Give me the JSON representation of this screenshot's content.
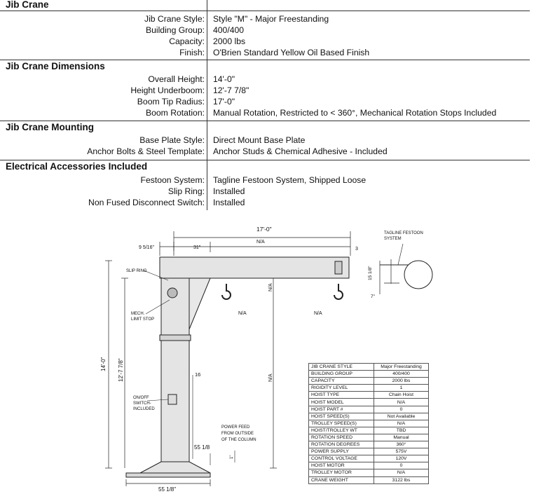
{
  "sections": [
    {
      "title": "Jib Crane",
      "rows": [
        {
          "label": "Jib Crane Style:",
          "value": "Style \"M\" - Major Freestanding"
        },
        {
          "label": "Building Group:",
          "value": "400/400"
        },
        {
          "label": "Capacity:",
          "value": "2000 lbs"
        },
        {
          "label": "Finish:",
          "value": "O'Brien Standard Yellow Oil Based Finish"
        }
      ]
    },
    {
      "title": "Jib Crane Dimensions",
      "rows": [
        {
          "label": "Overall Height:",
          "value": "14'-0\""
        },
        {
          "label": "Height Underboom:",
          "value": "12'-7 7/8\""
        },
        {
          "label": "Boom Tip Radius:",
          "value": "17'-0\""
        },
        {
          "label": "Boom Rotation:",
          "value": "Manual Rotation, Restricted to < 360°, Mechanical Rotation Stops Included"
        }
      ]
    },
    {
      "title": "Jib Crane Mounting",
      "rows": [
        {
          "label": "Base Plate Style:",
          "value": "Direct Mount Base Plate"
        },
        {
          "label": "Anchor Bolts & Steel Template:",
          "value": "Anchor Studs & Chemical Adhesive - Included"
        }
      ]
    },
    {
      "title": "Electrical Accessories Included",
      "rows": [
        {
          "label": "Festoon System:",
          "value": "Tagline Festoon System, Shipped Loose"
        },
        {
          "label": "Slip Ring:",
          "value": "Installed"
        },
        {
          "label": "Non Fused Disconnect Switch:",
          "value": "Installed"
        }
      ]
    }
  ],
  "drawing": {
    "top_dim": "17'-0\"",
    "boom_na": "N/A",
    "left_offset": "9 5/16\"",
    "dim_31": "31\"",
    "dim_3": "3",
    "festoon_label_1": "TAGLINE FESTOON",
    "festoon_label_2": "SYSTEM",
    "festoon_dim": "15 1/8\"",
    "festoon_dim2": "7\"",
    "slip_ring": "SLIP RING",
    "mech_stop_1": "MECH.",
    "mech_stop_2": "LIMIT STOP",
    "hook1_na": "N/A",
    "hook2_na": "N/A",
    "vertical_na": "N/A",
    "vertical_na2": "N/A",
    "overall_height": "14'-0\"",
    "underboom": "12'-7 7/8\"",
    "dim_16": "16",
    "switch_1": "ON/OFF",
    "switch_2": "SWITCH-",
    "switch_3": "INCLUDED",
    "power_1": "POWER FEED",
    "power_2": "FROM OUTSIDE",
    "power_3": "OF THE COLUMN",
    "base_dim_right": "55 1/8",
    "base_dim_bottom": "55 1/8\"",
    "dim_1": "1\""
  },
  "spec_table": [
    [
      "JIB CRANE STYLE",
      "Major Freestanding"
    ],
    [
      "BUILDING GROUP",
      "400/400"
    ],
    [
      "CAPACITY",
      "2000 lbs"
    ],
    [
      "RIGIDITY LEVEL",
      "1"
    ],
    [
      "HOIST TYPE",
      "Chain Hoist"
    ],
    [
      "HOIST MODEL",
      "N/A"
    ],
    [
      "HOIST PART #",
      "0"
    ],
    [
      "HOIST SPEED(S)",
      "Not Available"
    ],
    [
      "TROLLEY SPEED(S)",
      "N/A"
    ],
    [
      "HOIST/TROLLEY WT",
      "TBD"
    ],
    [
      "ROTATION SPEED",
      "Manual"
    ],
    [
      "ROTATION DEGREES",
      "360°"
    ],
    [
      "POWER SUPPLY",
      "575V"
    ],
    [
      "CONTROL VOLTAGE",
      "120V"
    ],
    [
      "HOIST MOTOR",
      "0"
    ],
    [
      "TROLLEY MOTOR",
      "N/A"
    ],
    [
      "CRANE WEIGHT",
      "3122 lbs"
    ]
  ]
}
